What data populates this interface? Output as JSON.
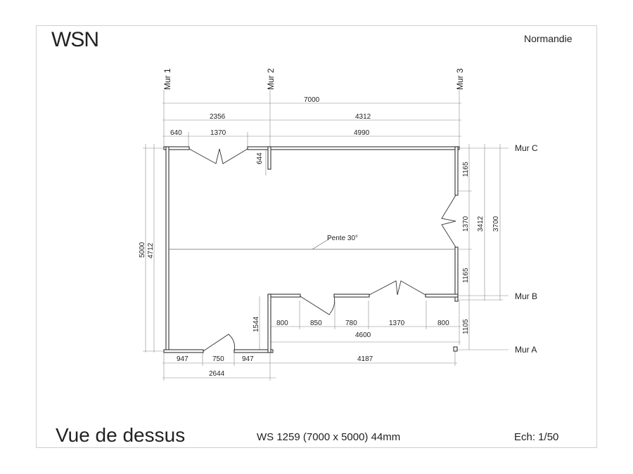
{
  "header": {
    "brand": "WSN",
    "region": "Normandie"
  },
  "footer": {
    "view_title": "Vue de dessus",
    "model": "WS 1259 (7000 x 5000) 44mm",
    "scale": "Ech: 1/50"
  },
  "walls": {
    "mur1": "Mur 1",
    "mur2": "Mur 2",
    "mur3": "Mur 3",
    "murA": "Mur A",
    "murB": "Mur B",
    "murC": "Mur C"
  },
  "dims": {
    "d7000": "7000",
    "d2356": "2356",
    "d4312": "4312",
    "d640": "640",
    "d1370_top": "1370",
    "d4990": "4990",
    "d644": "644",
    "d5000": "5000",
    "d4712": "4712",
    "d1165_top": "1165",
    "d1370_right": "1370",
    "d3412": "3412",
    "d3700": "3700",
    "d1165_bot": "1165",
    "d1105": "1105",
    "d800_a": "800",
    "d850": "850",
    "d780": "780",
    "d1370_mid": "1370",
    "d800_b": "800",
    "d4600": "4600",
    "d1544": "1544",
    "d947_a": "947",
    "d750": "750",
    "d947_b": "947",
    "d4187": "4187",
    "d2644": "2644"
  },
  "annotations": {
    "slope": "Pente 30°"
  }
}
